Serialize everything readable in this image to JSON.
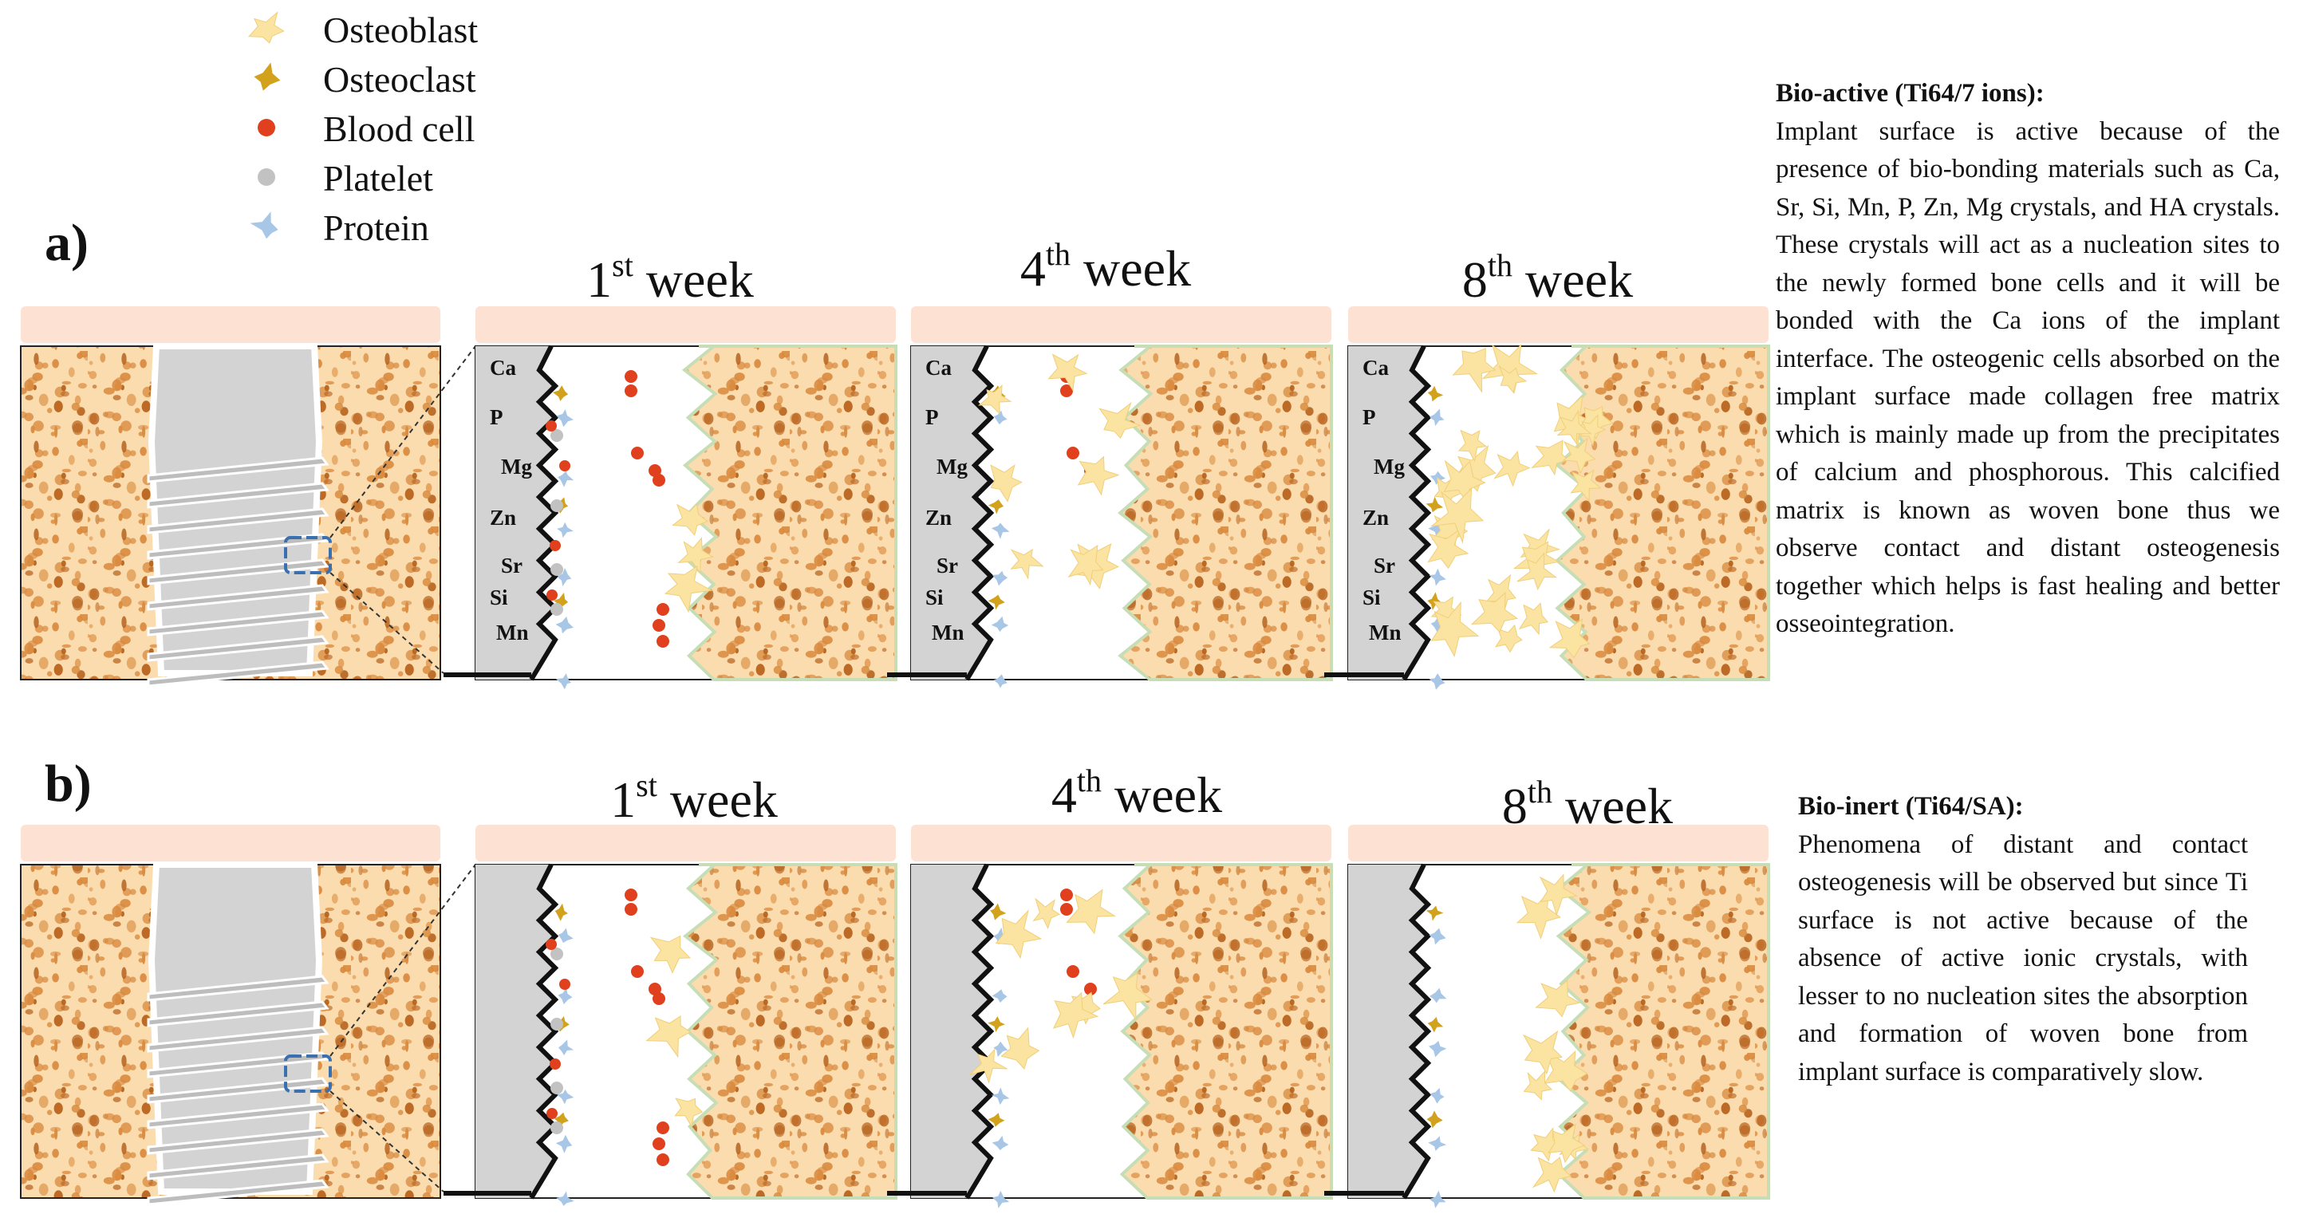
{
  "legend": [
    {
      "label": "Osteoblast",
      "icon": "osteoblast-icon",
      "color": "#fbe3a2"
    },
    {
      "label": "Osteoclast",
      "icon": "osteoclast-icon",
      "color": "#d3a21c"
    },
    {
      "label": "Blood cell",
      "icon": "blood-cell-icon",
      "color": "#e0401d"
    },
    {
      "label": "Platelet",
      "icon": "platelet-icon",
      "color": "#c2c2c2"
    },
    {
      "label": "Protein",
      "icon": "protein-icon",
      "color": "#a8c6e6"
    }
  ],
  "rows": [
    {
      "label": "a)",
      "weeks": [
        {
          "num": "1",
          "sup": "st",
          "word": "week"
        },
        {
          "num": "4",
          "sup": "th",
          "word": "week"
        },
        {
          "num": "8",
          "sup": "th",
          "word": "week"
        }
      ],
      "element_labels": [
        "Ca",
        "P",
        "Mg",
        "Zn",
        "Sr",
        "Si",
        "Mn"
      ],
      "description": {
        "title": "Bio-active (Ti64/7 ions):",
        "body": "Implant surface is active because of the presence of bio-bonding materials such as Ca, Sr, Si, Mn, P, Zn, Mg crystals, and HA crystals. These crystals will act as a nucleation sites to the newly formed bone cells and it will be bonded with the Ca ions of the implant interface. The osteogenic cells absorbed on the implant surface made collagen free matrix which is mainly made up from the precipitates of calcium and phosphorous. This calcified matrix is known as woven bone thus we observe contact and distant osteogenesis together which helps is fast healing and better osseointegration."
      }
    },
    {
      "label": "b)",
      "weeks": [
        {
          "num": "1",
          "sup": "st",
          "word": "week"
        },
        {
          "num": "4",
          "sup": "th",
          "word": "week"
        },
        {
          "num": "8",
          "sup": "th",
          "word": "week"
        }
      ],
      "element_labels": [],
      "description": {
        "title": "Bio-inert (Ti64/SA):",
        "body": "Phenomena of distant and contact osteogenesis will be observed but since Ti surface is not active because of the absence of active ionic crystals, with lesser to no nucleation sites the absorption and formation of woven bone from implant surface is comparatively slow."
      }
    }
  ],
  "colors": {
    "tissue_band": "#fde2d4",
    "bone_fill": "#fbdcae",
    "bone_pore": "#d98a3e",
    "implant": "#d3d3d3",
    "implant_outline": "#ffffff",
    "interface_line": "#111111",
    "zoom_box": "#3a6fb0",
    "soft_tissue_edge": "#c6ddb5"
  }
}
